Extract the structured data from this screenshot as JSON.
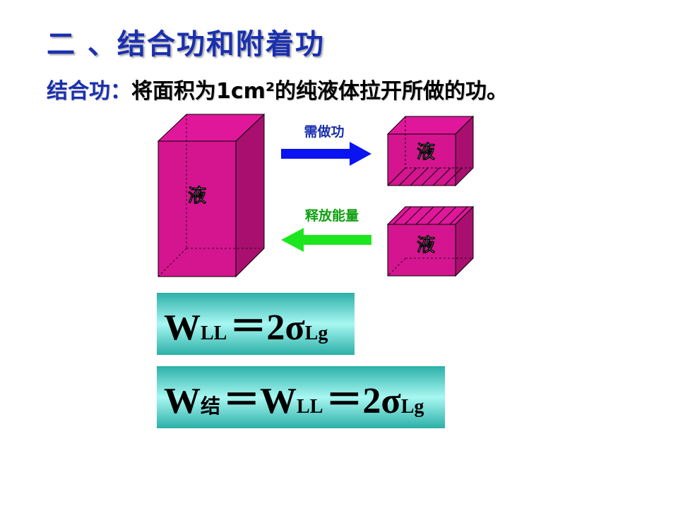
{
  "title": "二 、结合功和附着功",
  "definition": {
    "label": "结合功：",
    "text": "将面积为1cm²的纯液体拉开所做的功。"
  },
  "diagram": {
    "big_block_label": "液",
    "top_small_label": "液",
    "bottom_small_label": "液",
    "arrow_top_label": "需做功",
    "arrow_bottom_label": "释放能量",
    "colors": {
      "block_front": "#d4158f",
      "block_top": "#e0179a",
      "block_side": "#a90f6f",
      "arrow_blue": "#0a14f0",
      "arrow_green": "#1ee61e",
      "label_blue": "#1a2fb0",
      "label_green": "#10a010"
    }
  },
  "formula1": {
    "W": "W",
    "sub1": "LL",
    "eq": "＝",
    "two": "2σ",
    "sub2": "Lg"
  },
  "formula2": {
    "W1": "W",
    "sub1": "结",
    "eq1": "＝",
    "W2": "W",
    "sub2": "LL",
    "eq2": "＝",
    "two": "2σ",
    "sub3": "Lg"
  }
}
